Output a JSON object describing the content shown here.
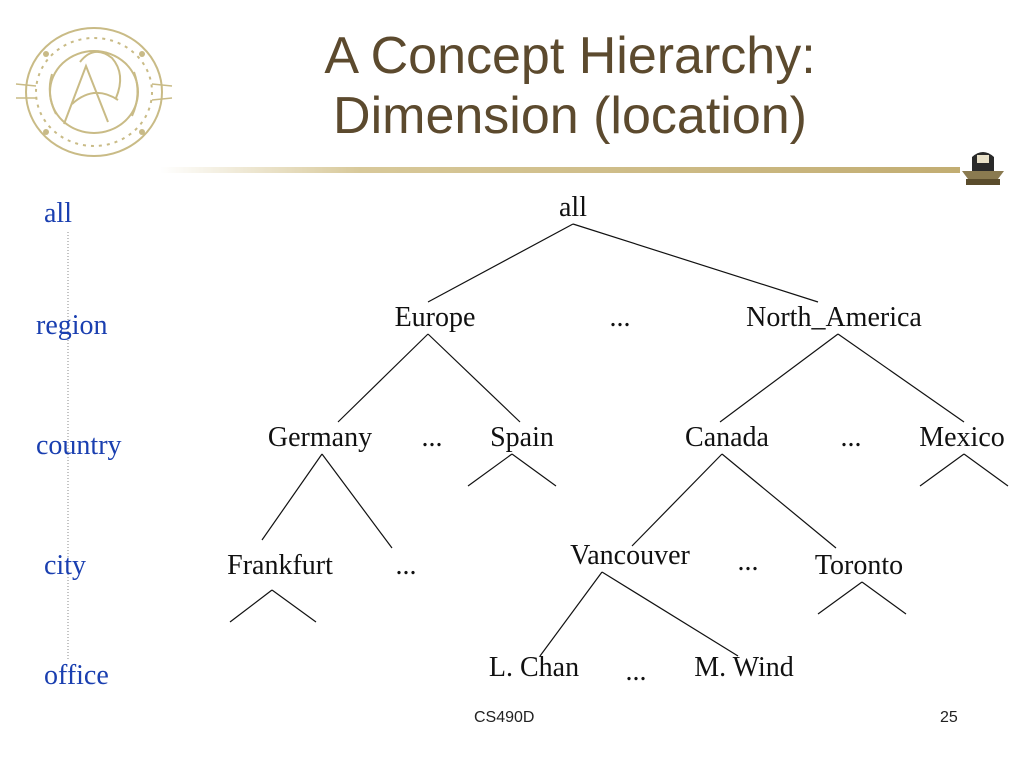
{
  "slide": {
    "title_line1": "A Concept Hierarchy:",
    "title_line2": "Dimension (location)",
    "footer_course": "CS490D",
    "footer_page": "25"
  },
  "levels": [
    "all",
    "region",
    "country",
    "city",
    "office"
  ],
  "nodes": {
    "all": "all",
    "europe": "Europe",
    "region_ellipsis": "...",
    "north_america": "North_America",
    "germany": "Germany",
    "country_ellipsis_eu": "...",
    "spain": "Spain",
    "canada": "Canada",
    "country_ellipsis_na": "...",
    "mexico": "Mexico",
    "frankfurt": "Frankfurt",
    "city_ellipsis_de": "...",
    "vancouver": "Vancouver",
    "city_ellipsis_ca": "...",
    "toronto": "Toronto",
    "l_chan": "L. Chan",
    "office_ellipsis": "...",
    "m_wind": "M. Wind"
  },
  "colors": {
    "title": "#5c4a2e",
    "level_label": "#1a3fb0",
    "rule": "#c9b88a",
    "seal": "#b8a466"
  },
  "icons": {
    "seal": "university-seal-icon",
    "logo": "purdue-logo-icon"
  }
}
